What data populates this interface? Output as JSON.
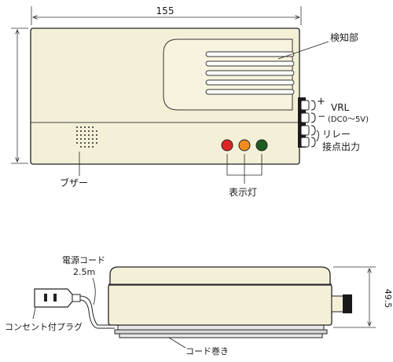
{
  "top_view": {
    "width_dim": "155",
    "labels": {
      "sensor": "検知部",
      "plus": "+",
      "minus": "−",
      "vrl": "VRL",
      "dc": "(DC0～5V)",
      "relay": "リレー",
      "contact": "接点出力",
      "buzzer": "ブザー",
      "indicator": "表示灯"
    },
    "lamps": [
      "#e02424",
      "#f08c1e",
      "#1f5d22"
    ],
    "body_color": "#f4f0d8"
  },
  "side_view": {
    "height_dim": "49.5",
    "labels": {
      "cord": "電源コード",
      "cord_len": "2.5m",
      "plug": "コンセント付プラグ",
      "reel": "コード巻き"
    }
  }
}
